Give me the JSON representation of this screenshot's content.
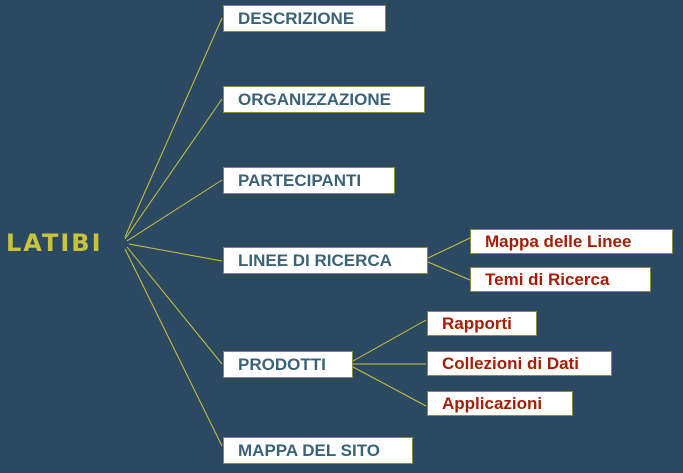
{
  "root": {
    "label": "LATIBI"
  },
  "main_nodes": [
    {
      "id": "descrizione",
      "label": "DESCRIZIONE"
    },
    {
      "id": "organizzazione",
      "label": "ORGANIZZAZIONE"
    },
    {
      "id": "partecipanti",
      "label": "PARTECIPANTI"
    },
    {
      "id": "linee",
      "label": "LINEE DI RICERCA"
    },
    {
      "id": "prodotti",
      "label": "PRODOTTI"
    },
    {
      "id": "mappa-sito",
      "label": "MAPPA DEL SITO"
    }
  ],
  "linee_children": [
    {
      "id": "mappa-linee",
      "label": "Mappa delle Linee"
    },
    {
      "id": "temi",
      "label": "Temi di Ricerca"
    }
  ],
  "prodotti_children": [
    {
      "id": "rapporti",
      "label": "Rapporti"
    },
    {
      "id": "collezioni",
      "label": "Collezioni di Dati"
    },
    {
      "id": "applicazioni",
      "label": "Applicazioni"
    }
  ],
  "colors": {
    "background": "#2b4a62",
    "connector": "#c9c23d",
    "root_text": "#c9c23d",
    "main_text": "#3b6378",
    "sub_text": "#a41e0a",
    "node_bg": "#ffffff"
  }
}
